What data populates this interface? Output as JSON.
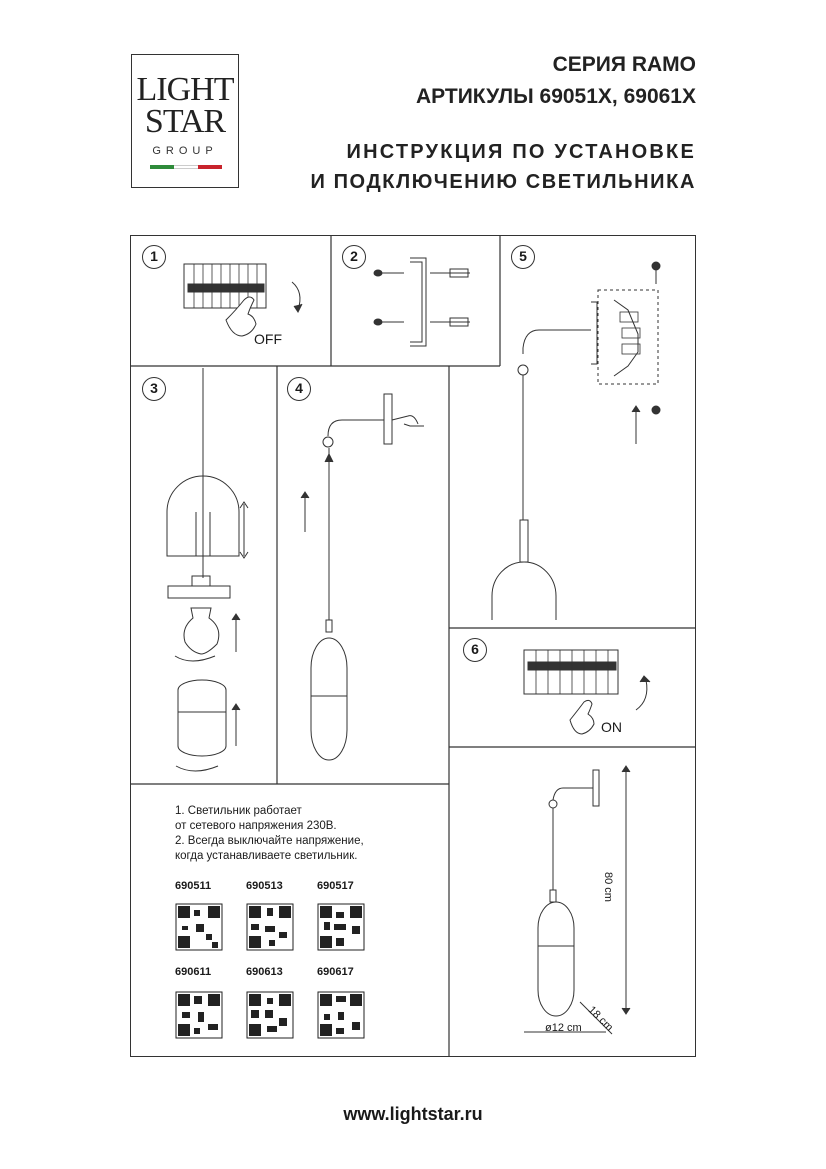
{
  "logo": {
    "line1": "LIGHT",
    "line2": "STAR",
    "line3": "GROUP",
    "flag_colors": [
      "#2e8b3a",
      "#ffffff",
      "#c8232c"
    ]
  },
  "header": {
    "series": "СЕРИЯ RAMO",
    "articles": "АРТИКУЛЫ 69051X, 69061X",
    "title_line1": "ИНСТРУКЦИЯ ПО УСТАНОВКЕ",
    "title_line2": "И ПОДКЛЮЧЕНИЮ СВЕТИЛЬНИКА"
  },
  "steps": [
    {
      "number": "1",
      "label": "OFF"
    },
    {
      "number": "2"
    },
    {
      "number": "3"
    },
    {
      "number": "4"
    },
    {
      "number": "5"
    },
    {
      "number": "6",
      "label": "ON"
    }
  ],
  "notes": {
    "line1": "1. Светильник работает",
    "line2": "от сетевого напряжения 230В.",
    "line3": "2. Всегда выключайте напряжение,",
    "line4": "когда устанавливаете светильник."
  },
  "article_codes": [
    "690511",
    "690513",
    "690517",
    "690611",
    "690613",
    "690617"
  ],
  "dimensions": {
    "height": "80 cm",
    "depth": "18 cm",
    "diameter": "ø12 cm"
  },
  "website": "www.lightstar.ru"
}
